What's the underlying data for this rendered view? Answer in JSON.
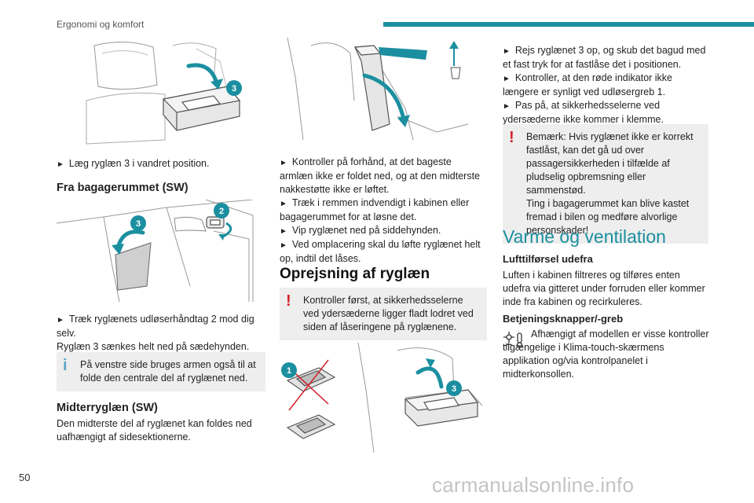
{
  "header": {
    "title": "Ergonomi og komfort",
    "bar_color": "#1b8fa0"
  },
  "page_number": "50",
  "watermark": "carmanualsonline.info",
  "col1": {
    "fig1_callout": "3",
    "step1": "Læg ryglæn 3 i vandret position.",
    "heading_sw": "Fra bagagerummet (SW)",
    "fig2_callouts": [
      "3",
      "2"
    ],
    "step2_a": "Træk ryglænets udløserhåndtag 2 mod dig selv.",
    "step2_b": "Ryglæn 3 sænkes helt ned på sædehynden.",
    "info_note": "På venstre side bruges armen også til at folde den centrale del af ryglænet ned.",
    "heading_mid": "Midterryglæn (SW)",
    "mid_text": "Den midterste del af ryglænet kan foldes ned uafhængigt af sidesektionerne."
  },
  "col2": {
    "steps": [
      "Kontroller på forhånd, at det bageste armlæn ikke er foldet ned, og at den midterste nakkestøtte ikke er løftet.",
      "Træk i remmen indvendigt i kabinen eller bagagerummet for at løsne det.",
      "Vip ryglænet ned på siddehynden.",
      "Ved omplacering skal du løfte ryglænet helt op, indtil det låses."
    ],
    "heading": "Oprejsning af ryglæn",
    "warn_note": "Kontroller først, at sikkerhedsselerne ved ydersæderne ligger fladt lodret ved siden af låseringene på ryglænene.",
    "fig_callouts": [
      "1",
      "3"
    ]
  },
  "col3": {
    "steps": [
      "Rejs ryglænet 3 op, og skub det bagud med et fast tryk for at fastlåse det i positionen.",
      "Kontroller, at den røde indikator ikke længere er synligt ved udløsergreb 1.",
      "Pas på, at sikkerhedsselerne ved ydersæderne ikke kommer i klemme."
    ],
    "warn_note_1": "Bemærk: Hvis ryglænet ikke er korrekt fastlåst, kan det gå ud over passagersikkerheden i tilfælde af pludselig opbremsning eller sammenstød.",
    "warn_note_2": "Ting i bagagerummet kan blive kastet fremad i bilen og medføre alvorlige personskader!",
    "section_title": "Varme og ventilation",
    "sub1": "Lufttilførsel udefra",
    "sub1_text": "Luften i kabinen filtreres og tilføres enten udefra via gitteret under forruden eller kommer inde fra kabinen og recirkuleres.",
    "sub2": "Betjeningsknapper/-greb",
    "sub2_text": "Afhængigt af modellen er visse kontroller tilgængelige i Klima-touch-skærmens applikation og/via kontrolpanelet i midterkonsollen."
  },
  "glyphs": {
    "step_arrow": "►",
    "info": "i",
    "warn": "!"
  },
  "colors": {
    "accent": "#1b8fa0",
    "warning": "#d2202a",
    "info": "#5aa5c8",
    "note_bg": "#eeeeee",
    "red_cross": "#d2202a"
  }
}
